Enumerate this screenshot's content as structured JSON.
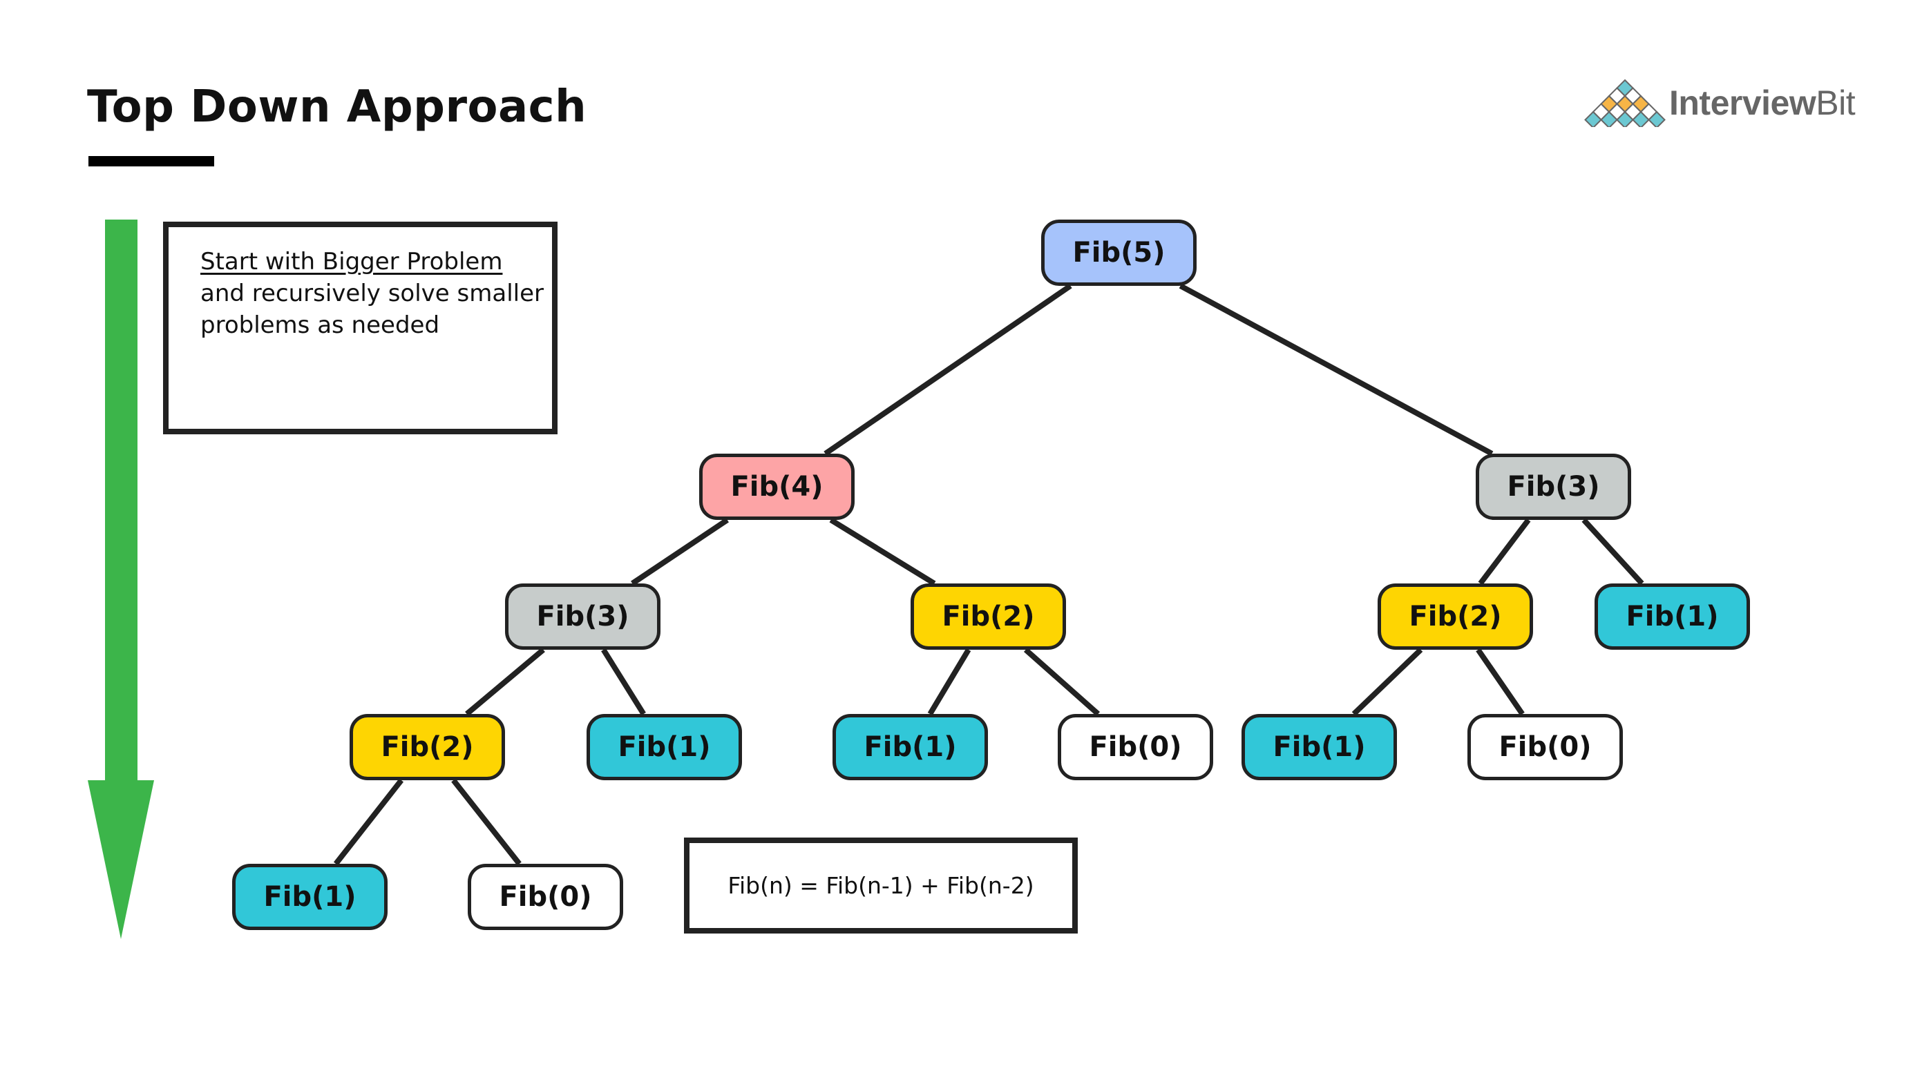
{
  "header": {
    "title": "Top Down Approach",
    "logo": {
      "text_bold": "Interview",
      "text_light": "Bit",
      "colors": {
        "teal": "#6cc8d2",
        "orange": "#f7b546",
        "white": "#ffffff",
        "outline": "#666666"
      }
    }
  },
  "direction_arrow": {
    "icon": "arrow-down-icon",
    "color": "#3cb54a"
  },
  "info_box": {
    "heading": "Start with Bigger Problem",
    "lines": [
      "and recursively solve smaller",
      "problems as needed"
    ]
  },
  "formula": {
    "text": "Fib(n) = Fib(n-1) + Fib(n-2)"
  },
  "palette": {
    "blue": "#a6c3fb",
    "pink": "#fda4a6",
    "gray": "#c7cccb",
    "yellow": "#fed502",
    "teal": "#31c7d8",
    "white": "#ffffff",
    "edge": "#222222"
  },
  "tree": {
    "nodes": [
      {
        "id": "n5",
        "label": "Fib(5)",
        "color": "blue",
        "parent": null
      },
      {
        "id": "n4",
        "label": "Fib(4)",
        "color": "pink",
        "parent": "n5"
      },
      {
        "id": "n3r",
        "label": "Fib(3)",
        "color": "gray",
        "parent": "n5"
      },
      {
        "id": "n3l",
        "label": "Fib(3)",
        "color": "gray",
        "parent": "n4"
      },
      {
        "id": "n2m",
        "label": "Fib(2)",
        "color": "yellow",
        "parent": "n4"
      },
      {
        "id": "n2r",
        "label": "Fib(2)",
        "color": "yellow",
        "parent": "n3r"
      },
      {
        "id": "n1rr",
        "label": "Fib(1)",
        "color": "teal",
        "parent": "n3r"
      },
      {
        "id": "n2l",
        "label": "Fib(2)",
        "color": "yellow",
        "parent": "n3l"
      },
      {
        "id": "n1l",
        "label": "Fib(1)",
        "color": "teal",
        "parent": "n3l"
      },
      {
        "id": "n1m",
        "label": "Fib(1)",
        "color": "teal",
        "parent": "n2m"
      },
      {
        "id": "n0m",
        "label": "Fib(0)",
        "color": "white",
        "parent": "n2m"
      },
      {
        "id": "n1r",
        "label": "Fib(1)",
        "color": "teal",
        "parent": "n2r"
      },
      {
        "id": "n0r",
        "label": "Fib(0)",
        "color": "white",
        "parent": "n2r"
      },
      {
        "id": "n1ll",
        "label": "Fib(1)",
        "color": "teal",
        "parent": "n2l"
      },
      {
        "id": "n0ll",
        "label": "Fib(0)",
        "color": "white",
        "parent": "n2l"
      }
    ]
  }
}
